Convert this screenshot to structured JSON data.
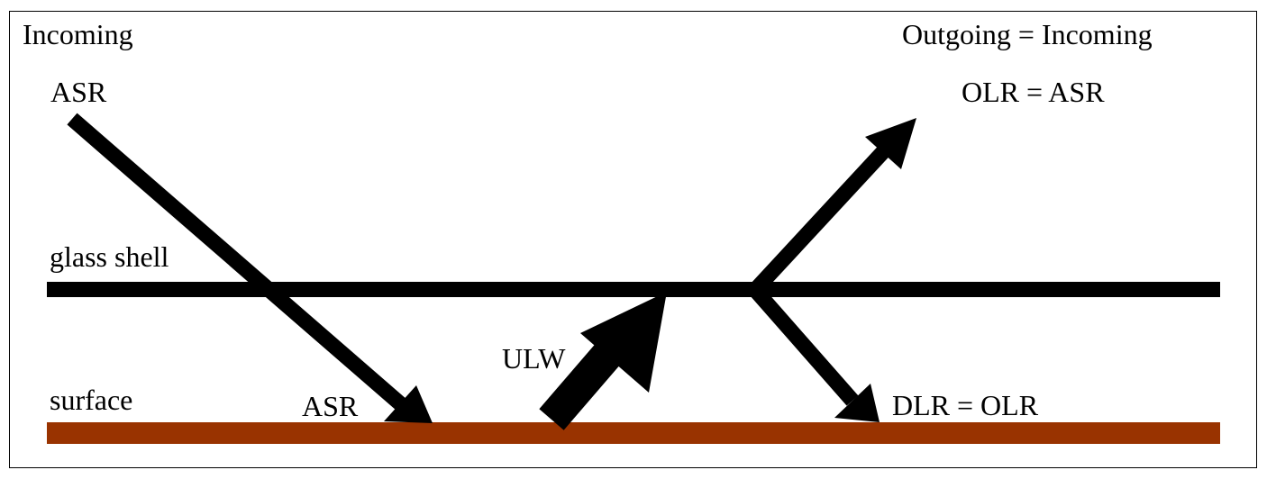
{
  "labels": {
    "incoming": "Incoming",
    "outgoing": "Outgoing = Incoming",
    "asr_top": "ASR",
    "olr_asr": "OLR = ASR",
    "glass_shell": "glass shell",
    "surface": "surface",
    "asr_bottom": "ASR",
    "ulw": "ULW",
    "dlr_olr": "DLR = OLR"
  },
  "colors": {
    "line": "#000000",
    "surface": "#993300",
    "background": "#ffffff"
  }
}
